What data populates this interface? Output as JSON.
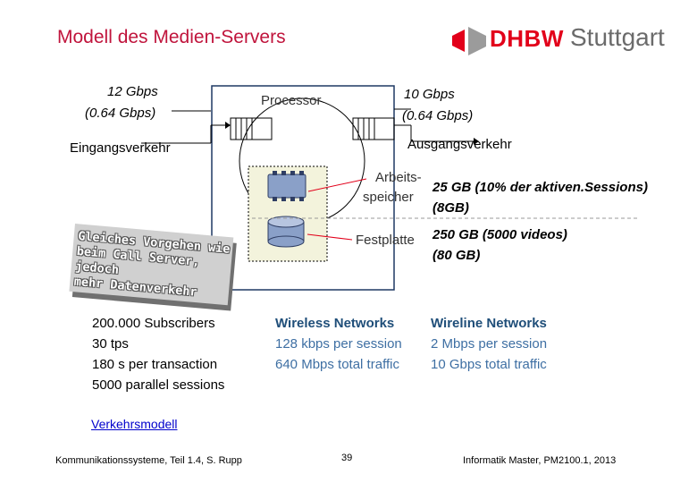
{
  "header": {
    "title": "Modell des Medien-Servers",
    "logo_brand": "DHBW",
    "logo_city": "Stuttgart",
    "accent_color": "#c0143c"
  },
  "diagram": {
    "ingress_rate": "12 Gbps",
    "ingress_rate_alt": "(0.64 Gbps)",
    "egress_rate": "10 Gbps",
    "egress_rate_alt": "(0.64 Gbps)",
    "processor_label": "Processor",
    "ingress_label": "Eingangsverkehr",
    "egress_label": "Ausgangsverkehr",
    "memory_label_1": "Arbeits-",
    "memory_label_2": "speicher",
    "memory_value_1": "25 GB (10% der aktiven.Sessions)",
    "memory_value_2": "(8GB)",
    "disk_label": "Festplatte",
    "disk_value_1": "250 GB  (5000 videos)",
    "disk_value_2": "(80 GB)"
  },
  "note": {
    "line1": "Gleiches Vorgehen wie",
    "line2": "beim Call Server, jedoch",
    "line3": "mehr Datenverkehr"
  },
  "stats": {
    "items": [
      "200.000 Subscribers",
      "30 tps",
      "180 s per transaction",
      "5000 parallel sessions"
    ]
  },
  "wireless": {
    "heading": "Wireless Networks",
    "line1": "128 kbps per session",
    "line2": "640 Mbps total traffic"
  },
  "wireline": {
    "heading": "Wireline Networks",
    "line1": "2 Mbps per session",
    "line2": "10 Gbps total traffic"
  },
  "footer": {
    "link": "Verkehrsmodell",
    "left": "Kommunikationssysteme, Teil 1.4, S. Rupp",
    "page": "39",
    "right": "Informatik Master, PM2100.1, 2013"
  }
}
